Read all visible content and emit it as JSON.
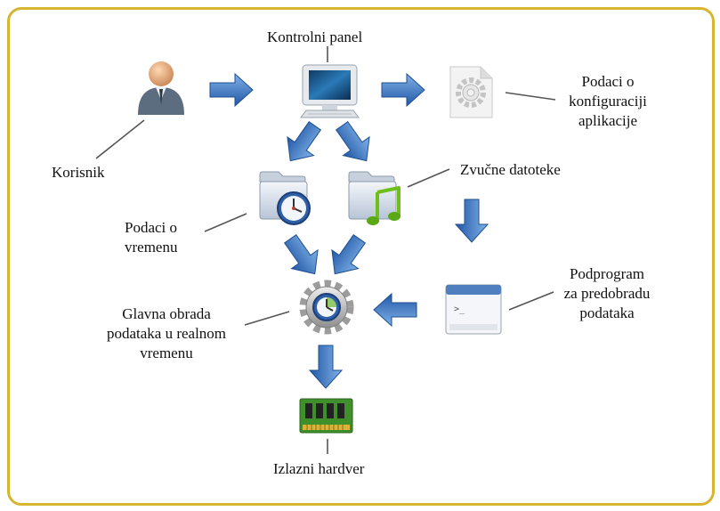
{
  "labels": {
    "kontrolni_panel": "Kontrolni panel",
    "korisnik": "Korisnik",
    "podaci_konf": [
      "Podaci o",
      "konfiguraciji",
      "aplikacije"
    ],
    "zvucne": "Zvučne datoteke",
    "podaci_vremenu": [
      "Podaci o",
      "vremenu"
    ],
    "podprogram": [
      "Podprogram",
      "za predobradu",
      "podataka"
    ],
    "glavna": [
      "Glavna obrada",
      "podataka u realnom",
      "vremenu"
    ],
    "izlazni": "Izlazni hardver"
  },
  "icons": {
    "user": "user-icon",
    "monitor": "monitor-icon",
    "config": "config-file-icon",
    "time_folder": "time-folder-icon",
    "audio_folder": "audio-folder-icon",
    "terminal": "terminal-window-icon",
    "processing": "gear-clock-icon",
    "hardware": "memory-chip-icon"
  },
  "colors": {
    "frame": "#d6b62e",
    "arrow": "#2f6db8",
    "connector": "#555555"
  }
}
